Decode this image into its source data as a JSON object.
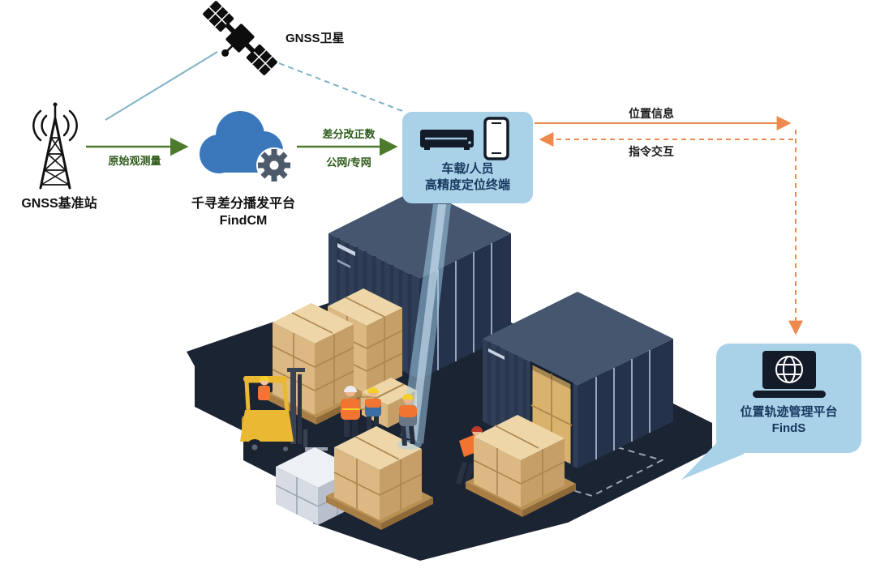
{
  "labels": {
    "satellite": "GNSS卫星",
    "base_station": "GNSS基准站",
    "raw_observation": "原始观测量",
    "cloud_line1": "千寻差分播发平台",
    "cloud_line2": "FindCM",
    "correction_line1": "差分改正数",
    "correction_line2": "公网/专网",
    "terminal_line1": "车载/人员",
    "terminal_line2": "高精度定位终端",
    "position_info": "位置信息",
    "command_interaction": "指令交互",
    "platform_line1": "位置轨迹管理平台",
    "platform_line2": "FindS"
  },
  "icons": {
    "satellite": "satellite-icon",
    "base_station": "radio-tower-icon",
    "cloud": "cloud-icon",
    "gear": "gear-icon",
    "receiver": "vehicle-terminal-icon",
    "phone": "smartphone-icon",
    "laptop_globe": "laptop-globe-icon"
  },
  "colors": {
    "background": "#ffffff",
    "bubble_fill": "#a9d2e8",
    "bubble_text": "#17375e",
    "green_arrow": "#4e7a2b",
    "green_label": "#2c5a17",
    "orange_arrow": "#ef8a4e",
    "teal_line": "#7fb2c6",
    "cloud_blue": "#3b78bb",
    "gear_gray": "#4c5a6b",
    "floor_navy": "#1b2433",
    "container_dark": "#2e3c55",
    "box_tan": "#d9b780",
    "forklift_yellow": "#eab832",
    "vest_orange": "#f17430"
  }
}
